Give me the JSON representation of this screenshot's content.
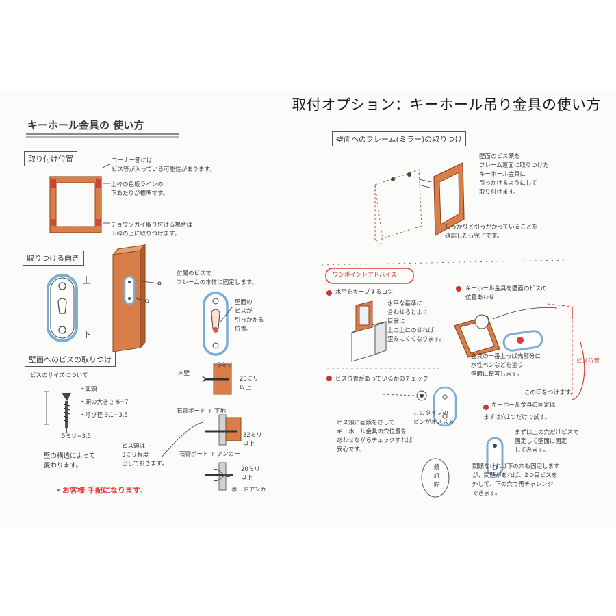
{
  "banner_title": "取付オプション：キーホール吊り金具の使い方",
  "left": {
    "heading": "キーホール金具の 使い方",
    "position": {
      "label": "取り付け位置",
      "note_corner": "コーナー部には\nビス等が入っている可能性があります。",
      "note_top": "上枠の色板ラインの\n下あたりが標準です。",
      "note_hinge": "チョウツガイ取り付ける場合は\n下枠の上に取りつけます。"
    },
    "direction": {
      "label": "取りつける向き",
      "up": "上",
      "down": "下",
      "note_screw": "付属のビスで\nフレームの本体に固定します。",
      "note_hook": "壁面の\nビスが\n引っかかる\n位置。"
    },
    "wall_screw": {
      "label": "壁面へのビスの取りつけ",
      "size_title": "ビスのサイズについて",
      "head_type": "・皿頭",
      "head_size": "・頭の大きさ 6~7",
      "diameter": "・呼び径 3.1~3.5",
      "length": "5ミリ~3.5",
      "structure_note": "壁の構造によって\n変わります。",
      "exposed_note": "ビス頭は\n3ミリ程度\n出しておきます。",
      "wood": "木壁",
      "wood_depth": "3ミリ",
      "wood_len": "20ミリ\n以上",
      "gypsum_base": "石膏ボード + 下地",
      "gypsum_base_len": "32ミリ\n以上",
      "gypsum_anchor": "石膏ボード + アンカー",
      "anchor_len": "20ミリ\n以上",
      "anchor_label": "ボードアンカー",
      "customer_note": "・お客様 手配になります。"
    }
  },
  "right": {
    "mount": {
      "label": "壁面へのフレーム(ミラー)の取りつけ",
      "note": "壁面のビス頭を\nフレーム裏面に取りつけた\nキーホール金具に\n引っかけるようにして\n取り付けます。",
      "confirm": "しっかりと引っかかっていることを\n確認したら完了です。"
    },
    "advice": {
      "label": "ワンポイントアドバイス",
      "level_title": "水平をキープするコツ",
      "level_note": "水平な基準に\n合わせるとよく\n目安に\n上の上にのせれば\n歪みにくくなります。",
      "align_title": "キーホール金具を壁面のビスの\n位置あわせ",
      "align_note": "金具の一番上っぱ先部分に\n水性ペンなどを塗り\n壁面に転写します。",
      "screw_pos": "ビス位置",
      "mark": "この印をつけます。",
      "check_title": "ビス位置があっているかのチェック",
      "check_note": "ビス頭に画鋲をさして\nキーホール金具の穴位置を\nあわせながらチェックすれば\n安心です。",
      "pin_note": "このタイプの\nピンがオススメ",
      "fix_title": "キーホール金具の固定は",
      "fix_step1": "まずは穴1つだけで試す。",
      "fix_step2": "まずは上の穴だけビスで\n固定して壁面に固定\nしてみます。",
      "fix_step3": "問題なければ下の穴も固定します\nが、問題があれば、2つ目ビスを\n外して、下の穴で再チャレンジ\nできます。",
      "stamp": "鏡\n訂\n匠"
    }
  },
  "colors": {
    "frame_wood": "#d87f49",
    "frame_dark": "#b35a2c",
    "metal_blue": "#7aaed6",
    "accent_red": "#e03a3a",
    "ink": "#3a3a3a"
  }
}
